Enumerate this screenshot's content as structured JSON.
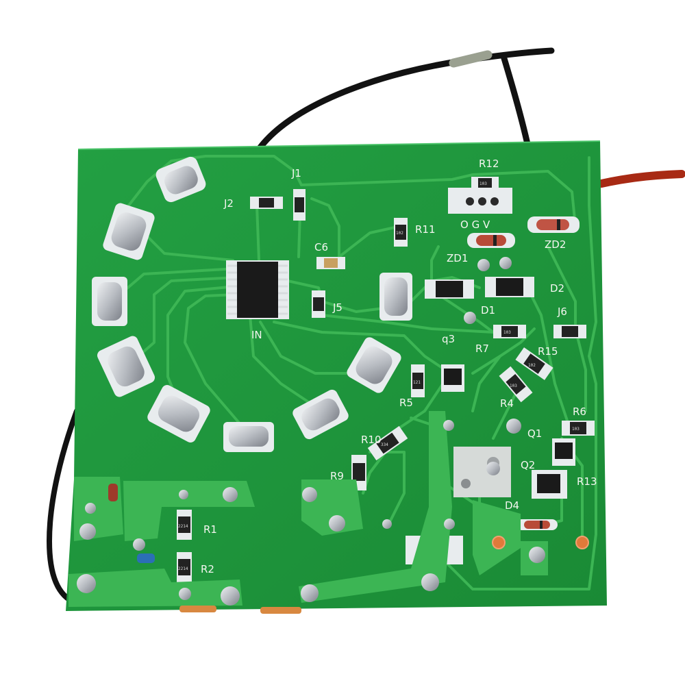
{
  "photo": {
    "subject": "Green printed circuit board, solder side, with wires attached",
    "colors": {
      "board": "#1f9a3c",
      "trace": "#3cb554",
      "silk": "#f4f6f0",
      "solder": "#c8ccd0",
      "copper": "#e07a3a",
      "wire_black": "#121212",
      "wire_red": "#a82a14",
      "background": "#ffffff"
    }
  },
  "labels": {
    "j1": "J1",
    "j2": "J2",
    "c6": "C6",
    "j5": "J5",
    "in": "IN",
    "r12": "R12",
    "r11": "R11",
    "ogv": "O G V",
    "zd1": "ZD1",
    "zd2": "ZD2",
    "d1": "D1",
    "d2": "D2",
    "j6": "J6",
    "q3": "q3",
    "r7": "R7",
    "r15": "R15",
    "r5": "R5",
    "r4": "R4",
    "r10": "R10",
    "r6": "R6",
    "q1": "Q1",
    "q2": "Q2",
    "r13": "R13",
    "r9": "R9",
    "d4": "D4",
    "r1": "R1",
    "r2": "R2"
  },
  "component_codes": {
    "r12": "103",
    "r11": "102",
    "r7": "103",
    "r5": "121",
    "r10": "334",
    "r15": "102",
    "r4": "103",
    "r6": "103",
    "r1": "2214",
    "r2": "2214"
  }
}
